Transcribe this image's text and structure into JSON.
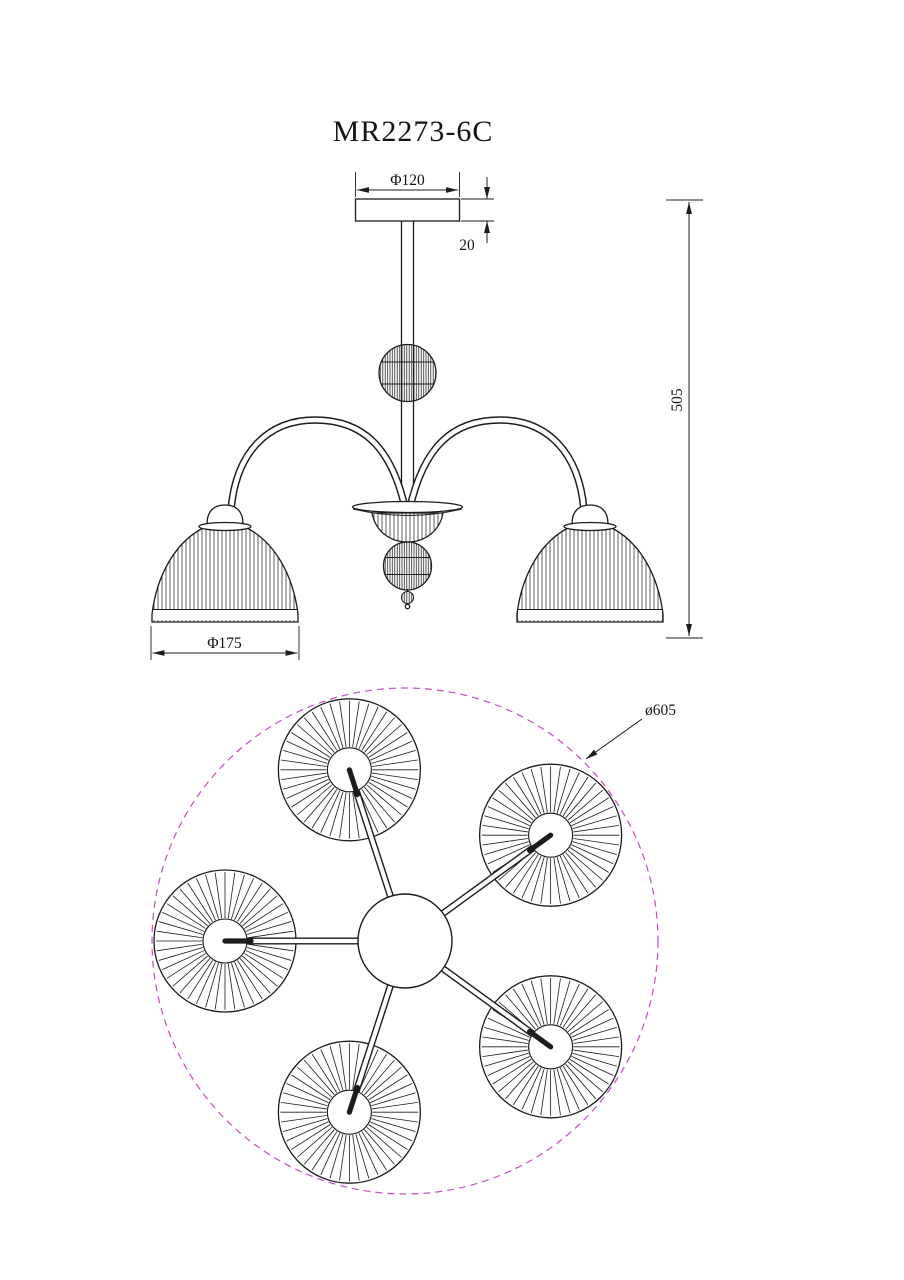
{
  "title": "MR2273-6C",
  "views": {
    "front": {
      "canopy_diameter": "Φ120",
      "canopy_height": "20",
      "fixture_height": "505",
      "shade_diameter": "Φ175"
    },
    "plan": {
      "overall_diameter": "ø605",
      "shade_count": 5
    }
  },
  "colors": {
    "line": "#1c1c1c",
    "dashed_circle": "#c34fc3",
    "background": "#ffffff"
  }
}
